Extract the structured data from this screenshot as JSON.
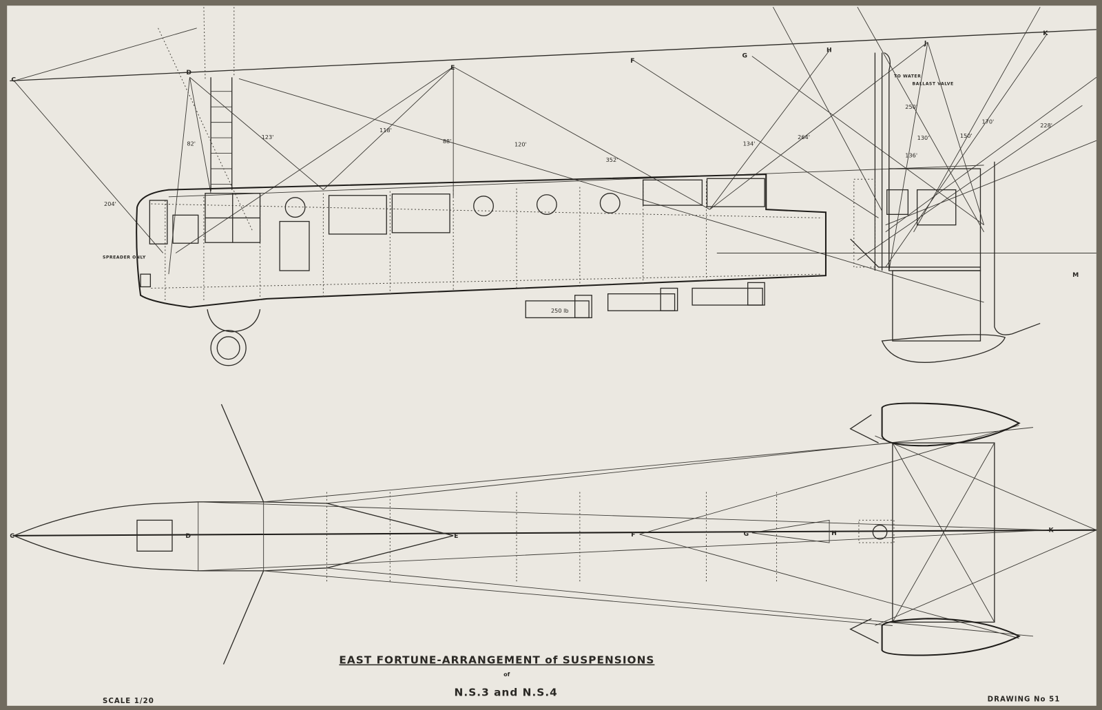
{
  "drawing": {
    "title": "EAST FORTUNE-ARRANGEMENT of SUSPENSIONS",
    "title_of": "of",
    "subtitle": "N.S.3 and N.S.4",
    "scale": "SCALE 1/20",
    "drawing_number": "DRAWING No 51",
    "paper_color": "#ebe8e1",
    "ink_color": "#2c2a26"
  },
  "side_view": {
    "point_labels": [
      "C",
      "D",
      "E",
      "F",
      "G",
      "H",
      "J",
      "K",
      "M"
    ],
    "dimensions": [
      "204'",
      "82'",
      "123'",
      "118'",
      "88'",
      "120'",
      "352'",
      "134'",
      "264'",
      "250'",
      "136'",
      "130'",
      "150'",
      "170'",
      "228'"
    ],
    "notes": {
      "spreader": "SPREADER ONLY",
      "water_line1": "TO WATER",
      "water_line2": "BALLAST VALVE",
      "bomb_weight": "250 lb"
    }
  },
  "plan_view": {
    "point_labels": [
      "C",
      "D",
      "E",
      "F",
      "G",
      "H",
      "K"
    ]
  }
}
